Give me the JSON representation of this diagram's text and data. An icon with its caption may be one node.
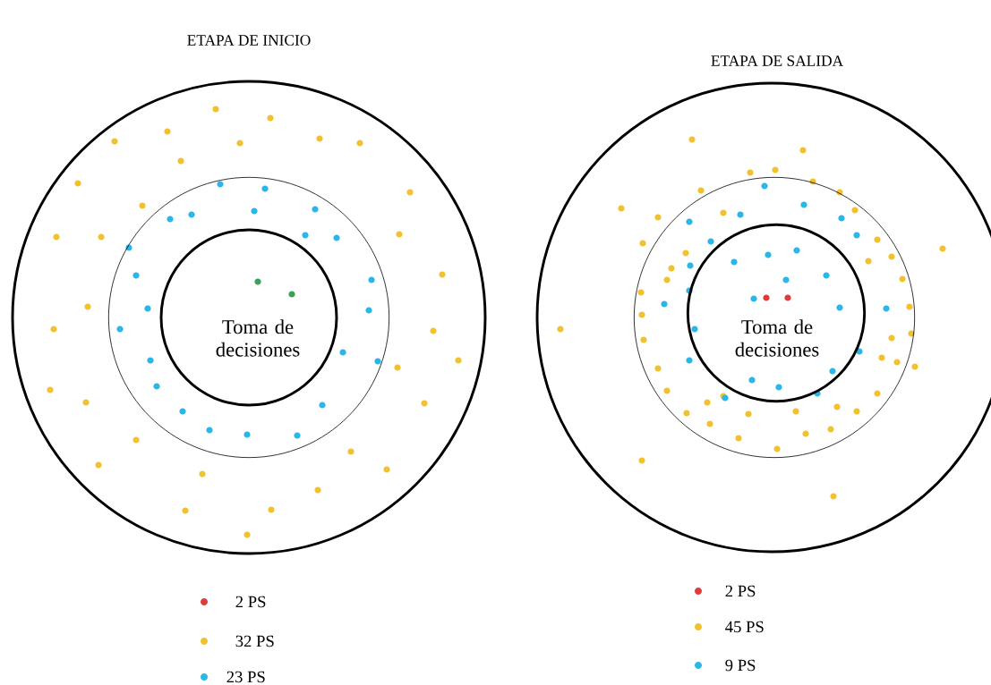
{
  "diagram": {
    "nodes": [
      {
        "text": [],
        "shape": "circle"
      },
      {
        "text": [],
        "shape": "circle",
        "in": 0
      },
      {
        "text": [
          "Toma de decisiones"
        ],
        "in": 1
      },
      {
        "text": [],
        "shape": "circle"
      },
      {
        "text": [],
        "shape": "circle",
        "in": 3
      },
      {
        "text": [
          "Toma de decisiones"
        ],
        "in": 4
      }
    ],
    "edges": [],
    "labels": [
      "ETAPA DE INICIO",
      "ETAPA DE SALIDA"
    ],
    "legend": [
      {
        "text": "2 PS",
        "color": "#e03a3a"
      },
      {
        "text": "32 PS",
        "color": "#f2c12e"
      },
      {
        "text": "23 PS",
        "color": "#29b6e8"
      },
      {
        "text": "2 PS",
        "color": "#e03a3a"
      },
      {
        "text": "45 PS",
        "color": "#f2c12e"
      },
      {
        "text": "9 PS",
        "color": "#29b6e8"
      }
    ]
  }
}
